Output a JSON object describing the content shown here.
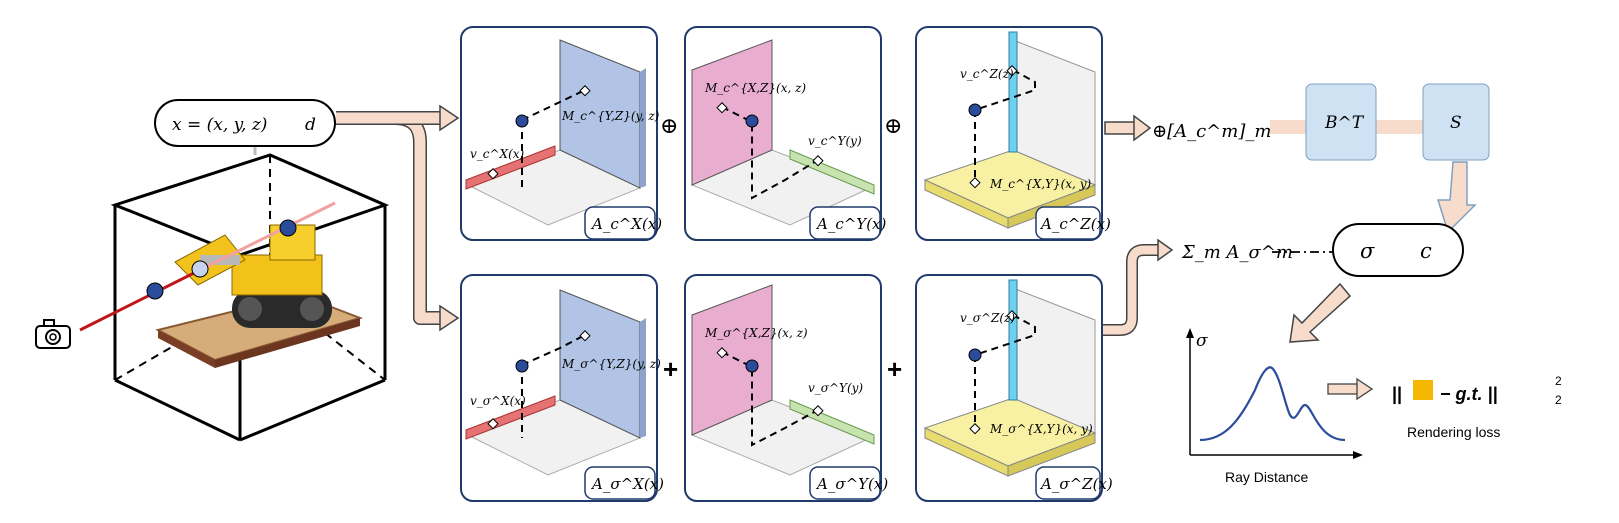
{
  "input": {
    "coord_label": "x = (x, y, z)",
    "dir_label": "d"
  },
  "color_row": {
    "panels": [
      {
        "vector_label": "v_c^X(x)",
        "matrix_label": "M_c^{Y,Z}(y, z)",
        "output_label": "A_c^X(x)"
      },
      {
        "vector_label": "v_c^Y(y)",
        "matrix_label": "M_c^{X,Z}(x, z)",
        "output_label": "A_c^Y(x)"
      },
      {
        "vector_label": "v_c^Z(z)",
        "matrix_label": "M_c^{X,Y}(x, y)",
        "output_label": "A_c^Z(x)"
      }
    ],
    "operator": "⊕",
    "concat_label": "⊕[A_c^m]_m"
  },
  "density_row": {
    "panels": [
      {
        "vector_label": "v_σ^X(x)",
        "matrix_label": "M_σ^{Y,Z}(y, z)",
        "output_label": "A_σ^X(x)"
      },
      {
        "vector_label": "v_σ^Y(y)",
        "matrix_label": "M_σ^{X,Z}(x, z)",
        "output_label": "A_σ^Y(x)"
      },
      {
        "vector_label": "v_σ^Z(z)",
        "matrix_label": "M_σ^{X,Y}(x, y)",
        "output_label": "A_σ^Z(x)"
      }
    ],
    "operator": "+",
    "sum_label": "Σ_m A_σ^m"
  },
  "decoder": {
    "b_label": "B^T",
    "s_label": "S"
  },
  "output": {
    "sigma": "σ",
    "color": "c"
  },
  "plot": {
    "y_label": "σ",
    "x_label": "Ray Distance"
  },
  "loss": {
    "formula_left": "||",
    "formula_right": "− g.t. ||",
    "subscript": "2",
    "superscript": "2",
    "caption": "Rendering loss"
  },
  "colors": {
    "panel_border": "#1f3a6b",
    "blue_plane": "#b1c4e6",
    "pink_plane": "#e9aecf",
    "yellow_plane": "#f8f1a4",
    "red_bar": "#e57373",
    "green_bar": "#c7e3b0",
    "cyan_bar": "#6fd0ee",
    "arrow_fill": "#f7dccc",
    "decoder_fill": "#cfe2f3",
    "point": "#2b4c9b",
    "gt_swatch": "#f5b800"
  }
}
